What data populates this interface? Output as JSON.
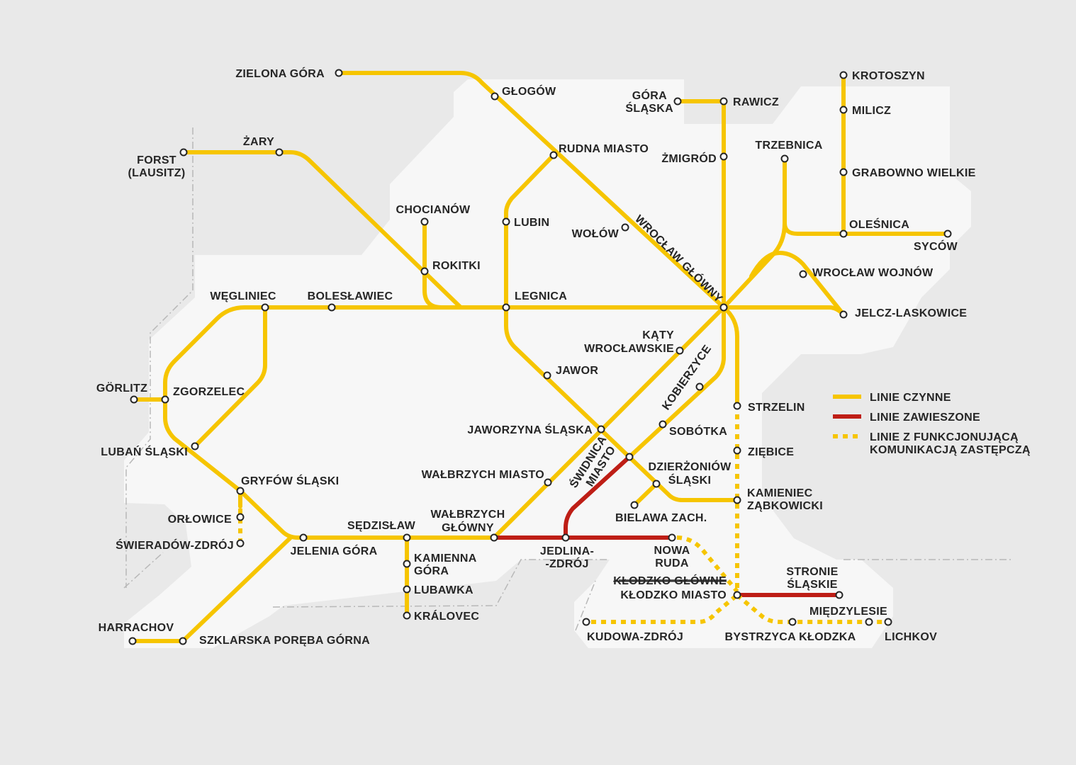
{
  "colors": {
    "active": "#f6c500",
    "suspended": "#be1e16",
    "background": "#e9e9e9",
    "region": "#f7f7f7"
  },
  "stations": {
    "zielona_gora": "ZIELONA GÓRA",
    "glogow": "GŁOGÓW",
    "rudna_miasto": "RUDNA MIASTO",
    "wolow": "WOŁÓW",
    "wroclaw_glowny": "WROCŁAW GŁÓWNY",
    "gora_slaska": [
      "GÓRA",
      "ŚLĄSKA"
    ],
    "rawicz": "RAWICZ",
    "zmigrod": "ŻMIGRÓD",
    "trzebnica": "TRZEBNICA",
    "krotoszyn": "KROTOSZYN",
    "milicz": "MILICZ",
    "grabowno_wielkie": "GRABOWNO WIELKIE",
    "olesnica": "OLEŚNICA",
    "sycow": "SYCÓW",
    "wroclaw_wojnow": "WROCŁAW WOJNÓW",
    "jelcz_laskowice": "JELCZ-LASKOWICE",
    "forst": [
      "FORST",
      "(LAUSITZ)"
    ],
    "zary": "ŻARY",
    "chocianow": "CHOCIANÓW",
    "rokitki": "ROKITKI",
    "lubin": "LUBIN",
    "legnica": "LEGNICA",
    "jawor": "JAWOR",
    "wegliniec": "WĘGLINIEC",
    "boleslawiec": "BOLESŁAWIEC",
    "katy_wroclawskie": [
      "KĄTY",
      "WROCŁAWSKIE"
    ],
    "kobierzyce": "KOBIERZYCE",
    "gorlitz": "GÖRLITZ",
    "zgorzelec": "ZGORZELEC",
    "luban_slaski": "LUBAŃ ŚLĄSKI",
    "gryfow_slaski": "GRYFÓW ŚLĄSKI",
    "orlowice": "ORŁOWICE",
    "swieradow_zdroj": "ŚWIERADÓW-ZDRÓJ",
    "jaworzyna_slaska": "JAWORZYNA ŚLĄSKA",
    "sobotka": "SOBÓTKA",
    "swidnica_miasto": [
      "ŚWIDNICA",
      "MIASTO"
    ],
    "dzierzoniow_slaski": [
      "DZIERŻONIÓW",
      "ŚLĄSKI"
    ],
    "bielawa_zach": "BIELAWA ZACH.",
    "walbrzych_miasto": "WAŁBRZYCH MIASTO",
    "walbrzych_glowny": [
      "WAŁBRZYCH",
      "GŁÓWNY"
    ],
    "sedzislaw": "SĘDZISŁAW",
    "jelenia_gora": "JELENIA GÓRA",
    "kamienna_gora": [
      "KAMIENNA",
      "GÓRA"
    ],
    "lubawka": "LUBAWKA",
    "kralovec": "KRÁLOVEC",
    "harrachov": "HARRACHOV",
    "szklarska_poreba": "SZKLARSKA PORĘBA GÓRNA",
    "jedlina_zdroj": [
      "JEDLINA-",
      "-ZDRÓJ"
    ],
    "nowa_ruda": [
      "NOWA",
      "RUDA"
    ],
    "strzelin": "STRZELIN",
    "ziebice": "ZIĘBICE",
    "kamieniec_zabkowicki": [
      "KAMIENIEC",
      "ZĄBKOWICKI"
    ],
    "klodzko_glowne": "KŁODZKO GŁÓWNE",
    "klodzko_miasto": "KŁODZKO MIASTO",
    "stronie_slaskie": [
      "STRONIE",
      "ŚLĄSKIE"
    ],
    "miedzylesie": "MIĘDZYLESIE",
    "lichkov": "LICHKOV",
    "bystrzyca_klodzka": "BYSTRZYCA KŁODZKA",
    "kudowa_zdroj": "KUDOWA-ZDRÓJ"
  },
  "legend": {
    "active": "LINIE CZYNNE",
    "suspended": "LINIE ZAWIESZONE",
    "replacement": [
      "LINIE Z FUNKCJONUJĄCĄ",
      "KOMUNIKACJĄ ZASTĘPCZĄ"
    ]
  }
}
